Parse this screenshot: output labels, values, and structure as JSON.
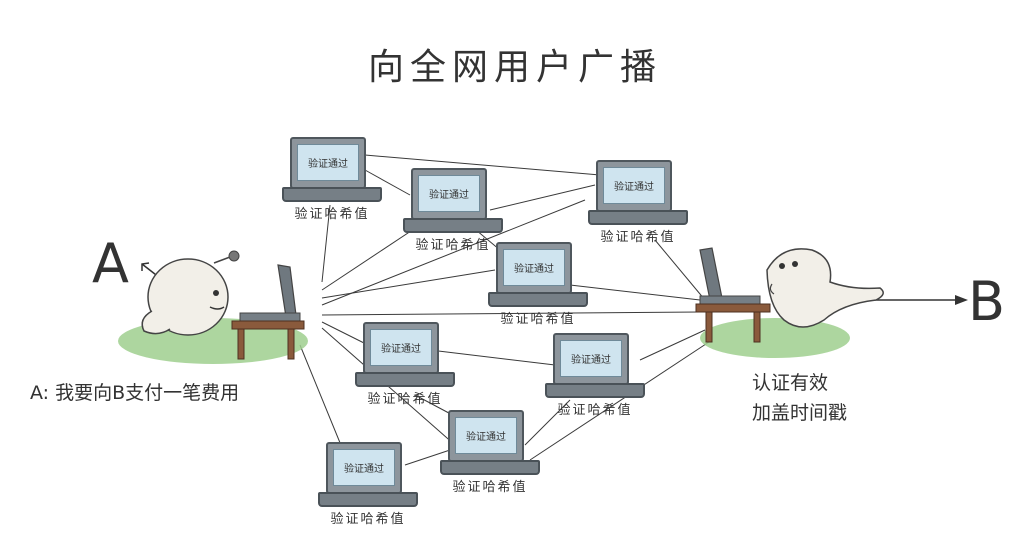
{
  "title": "向全网用户广播",
  "sender": {
    "letter": "A",
    "caption": "A: 我要向B支付一笔费用"
  },
  "receiver": {
    "letter": "B",
    "caption_line1": "认证有效",
    "caption_line2": "加盖时间戳"
  },
  "nodes": [
    {
      "screen_text": "验证通过",
      "label": "验证哈希值"
    },
    {
      "screen_text": "验证通过",
      "label": "验证哈希值"
    },
    {
      "screen_text": "验证通过",
      "label": "验证哈希值"
    },
    {
      "screen_text": "验证通过",
      "label": "验证哈希值"
    },
    {
      "screen_text": "验证通过",
      "label": "验证哈希值"
    },
    {
      "screen_text": "验证通过",
      "label": "验证哈希值"
    },
    {
      "screen_text": "验证通过",
      "label": "验证哈希值"
    },
    {
      "screen_text": "验证通过",
      "label": "验证哈希值"
    }
  ],
  "colors": {
    "grass": "#9fcf8e",
    "screen": "#cfe4ef",
    "laptop": "#767f86",
    "lines": "#3a3a3a"
  }
}
